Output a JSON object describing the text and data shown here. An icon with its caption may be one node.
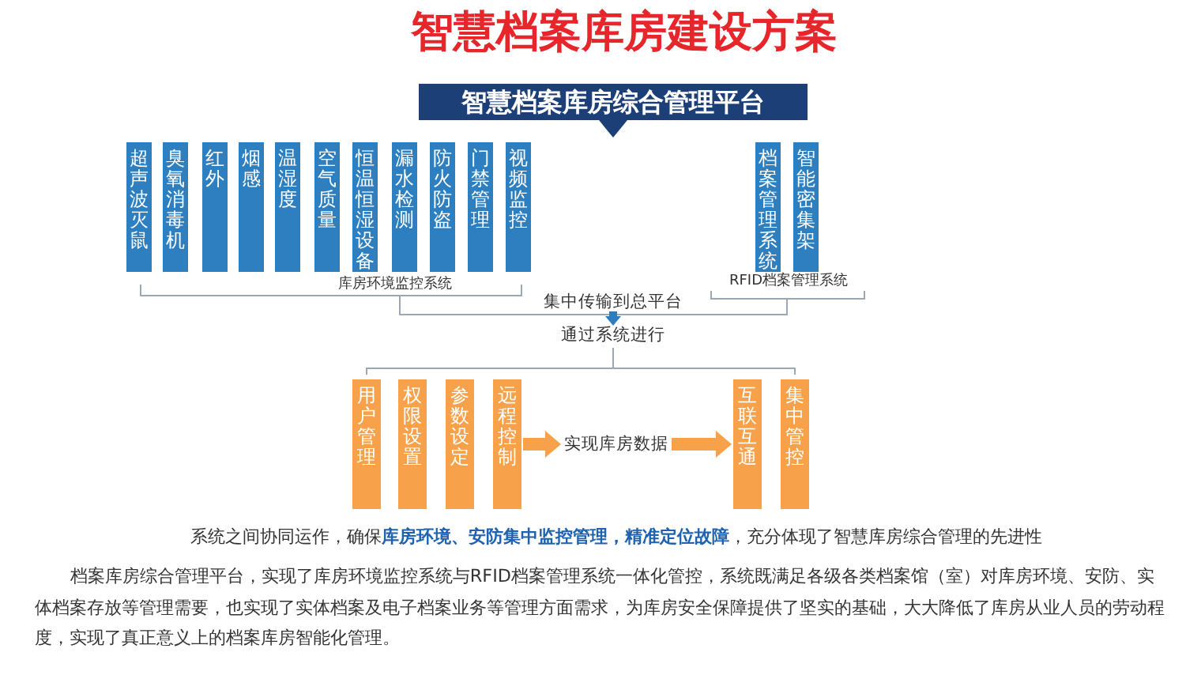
{
  "diagram": {
    "title": "智慧档案库房建设方案",
    "nodes": [
      {
        "text": [
          "智慧档案库房综合管理平台"
        ]
      },
      {
        "text": [
          "超声波灭鼠"
        ]
      },
      {
        "text": [
          "臭氧消毒机"
        ]
      },
      {
        "text": [
          "红外"
        ]
      },
      {
        "text": [
          "烟感"
        ]
      },
      {
        "text": [
          "温湿度"
        ]
      },
      {
        "text": [
          "空气质量"
        ]
      },
      {
        "text": [
          "恒温恒湿设备"
        ]
      },
      {
        "text": [
          "漏水检测"
        ]
      },
      {
        "text": [
          "防火防盗"
        ]
      },
      {
        "text": [
          "门禁管理"
        ]
      },
      {
        "text": [
          "视频监控"
        ]
      },
      {
        "text": [
          "档案管理系统"
        ]
      },
      {
        "text": [
          "智能密集架"
        ]
      },
      {
        "text": [
          "集中传输到总平台"
        ]
      },
      {
        "text": [
          "通过系统进行"
        ]
      },
      {
        "text": [
          "用户管理"
        ]
      },
      {
        "text": [
          "权限设置"
        ]
      },
      {
        "text": [
          "参数设定"
        ]
      },
      {
        "text": [
          "远程控制"
        ]
      },
      {
        "text": [
          "实现库房数据"
        ]
      },
      {
        "text": [
          "互联互通"
        ]
      },
      {
        "text": [
          "集中管控"
        ]
      }
    ],
    "edges": [
      {
        "from": 14,
        "to": 15,
        "arrow": "to",
        "color": "#2b7cc0"
      },
      {
        "from": 19,
        "to": 20,
        "arrow": "to"
      },
      {
        "from": 20,
        "to": 21,
        "arrow": "to"
      }
    ],
    "labels": [
      "库房环境监控系统",
      "RFID档案管理系统",
      "系统之间协同运作，确保**库房环境、安防集中监控管理，精准定位故障**，充分体现了智慧库房综合管理的先进性",
      "档案库房综合管理平台，实现了库房环境监控系统与RFID档案管理系统一体化管控，系统既满足各级各类档案馆（室）对库房环境、安防、实体档案存放等管理需要，也实现了实体档案及电子档案业务等管理方面需求，为库房安全保障提供了坚实的基础，大大降低了库房从业人员的劳动程度，实现了真正意义上的档案库房智能化管理。"
    ]
  }
}
